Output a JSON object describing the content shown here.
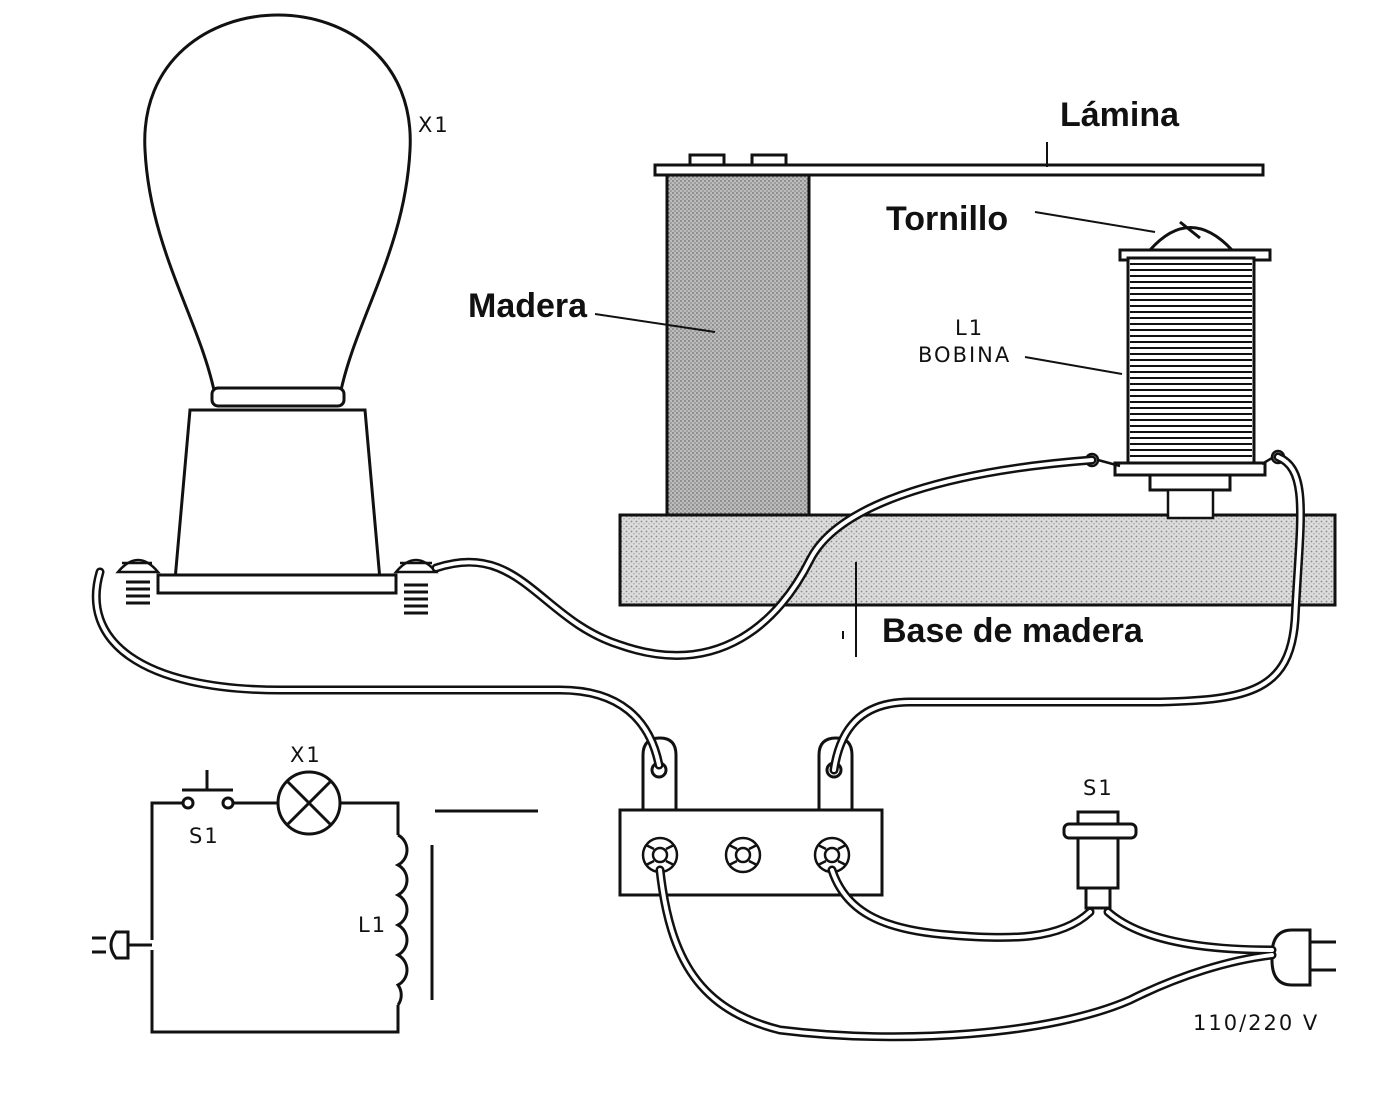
{
  "labels": {
    "lamina": "Lámina",
    "tornillo": "Tornillo",
    "madera": "Madera",
    "base_madera": "Base de madera",
    "lamp": "X1",
    "coil_ref": "L1",
    "coil_name": "BOBINA"
  },
  "schematic": {
    "switch": "S1",
    "lamp": "X1",
    "coil": "L1"
  },
  "pictorial": {
    "switch": "S1",
    "voltage": "110/220 V"
  },
  "colors": {
    "ink": "#111111",
    "paper": "#ffffff",
    "wood": "#c9c9c9"
  }
}
